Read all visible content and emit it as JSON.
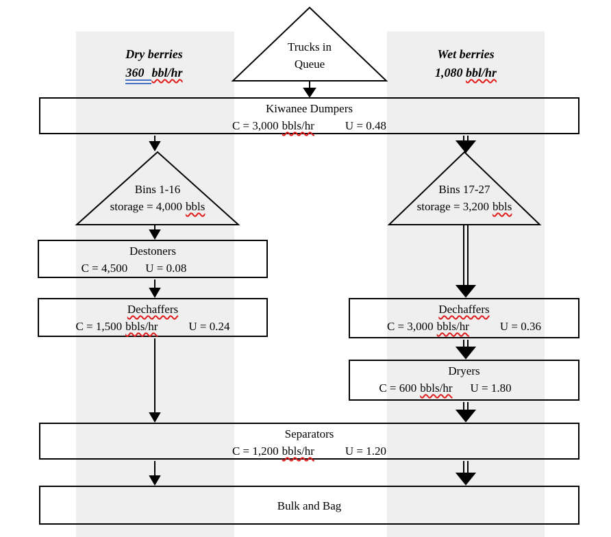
{
  "colors": {
    "band": "#efefef",
    "spell": "#e01b1b",
    "grammar": "#4472c4",
    "line": "#000000"
  },
  "labels": {
    "dry": {
      "title": "Dry berries",
      "amount": "360",
      "unit": "bbl/hr"
    },
    "wet": {
      "title": "Wet berries",
      "amount": "1,080",
      "unit": "bbl/hr"
    }
  },
  "nodes": {
    "trucks_in_queue": {
      "line1": "Trucks in",
      "line2": "Queue"
    },
    "kiwanee_dumpers": {
      "title": "Kiwanee Dumpers",
      "capacity": "C = 3,000",
      "capacity_unit": "bbls/hr",
      "utilization": "U = 0.48"
    },
    "bins_dry": {
      "title": "Bins 1-16",
      "storage": "storage = 4,000",
      "storage_unit": "bbls"
    },
    "bins_wet": {
      "title": "Bins 17-27",
      "storage": "storage = 3,200",
      "storage_unit": "bbls"
    },
    "destoners": {
      "title": "Destoners",
      "capacity": "C = 4,500",
      "utilization": "U = 0.08"
    },
    "dechaffers_dry": {
      "title": "Dechaffers",
      "capacity": "C = 1,500",
      "capacity_unit": "bbls/hr",
      "utilization": "U = 0.24"
    },
    "dechaffers_wet": {
      "title": "Dechaffers",
      "capacity": "C = 3,000",
      "capacity_unit": "bbls/hr",
      "utilization": "U = 0.36"
    },
    "dryers": {
      "title": "Dryers",
      "capacity": "C = 600",
      "capacity_unit": "bbls/hr",
      "utilization": "U = 1.80"
    },
    "separators": {
      "title": "Separators",
      "capacity": "C = 1,200",
      "capacity_unit": "bbls/hr",
      "utilization": "U = 1.20"
    },
    "bulk_and_bag": {
      "title": "Bulk and Bag"
    }
  }
}
